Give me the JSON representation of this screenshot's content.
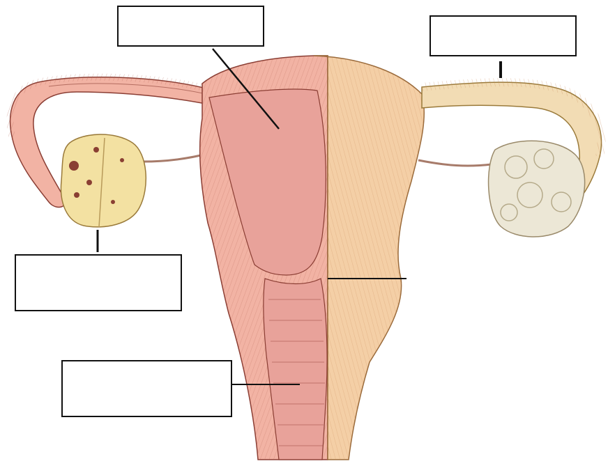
{
  "diagram": {
    "colors": {
      "tissue_pink": "#f2b3a4",
      "tissue_dark": "#b85a4c",
      "cavity_pink": "#e8a29a",
      "muscle_tan": "#f4cfa6",
      "ovary_yellow": "#f3e1a2",
      "ovary_pale": "#ece7d6",
      "line": "#111111"
    },
    "labels": [
      {
        "id": "top-center",
        "text": ""
      },
      {
        "id": "top-right",
        "text": ""
      },
      {
        "id": "left-middle",
        "text": ""
      },
      {
        "id": "bottom-left",
        "text": ""
      },
      {
        "id": "right-middle-unboxed",
        "text": ""
      }
    ]
  }
}
